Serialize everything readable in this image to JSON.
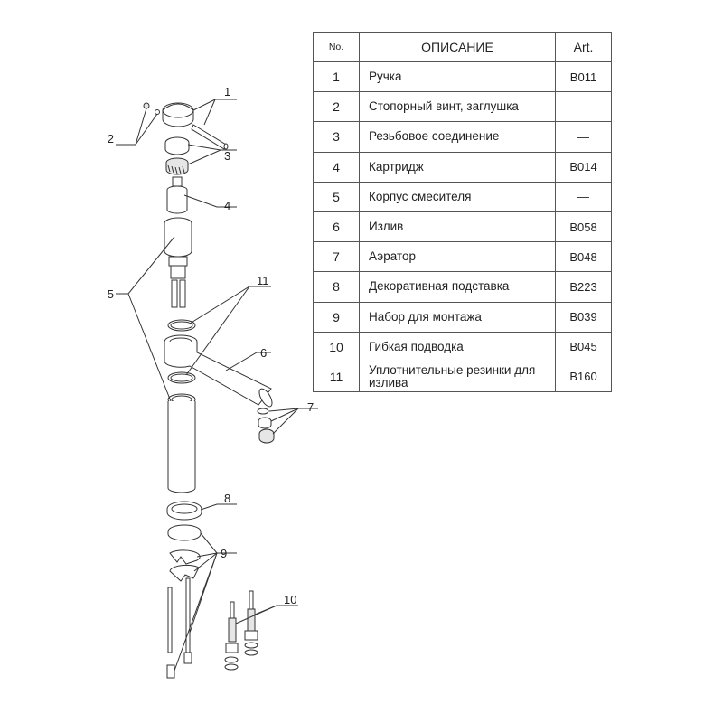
{
  "table": {
    "headers": {
      "no": "No.",
      "description": "ОПИСАНИЕ",
      "art": "Art."
    },
    "rows": [
      {
        "no": "1",
        "description": "Ручка",
        "art": "B011"
      },
      {
        "no": "2",
        "description": "Стопорный винт, заглушка",
        "art": "—"
      },
      {
        "no": "3",
        "description": "Резьбовое соединение",
        "art": "—"
      },
      {
        "no": "4",
        "description": "Картридж",
        "art": "B014"
      },
      {
        "no": "5",
        "description": "Корпус смесителя",
        "art": "—"
      },
      {
        "no": "6",
        "description": "Излив",
        "art": "B058"
      },
      {
        "no": "7",
        "description": "Аэратор",
        "art": "B048"
      },
      {
        "no": "8",
        "description": "Декоративная подставка",
        "art": "B223"
      },
      {
        "no": "9",
        "description": "Набор для монтажа",
        "art": "B039"
      },
      {
        "no": "10",
        "description": "Гибкая подводка",
        "art": "B045"
      },
      {
        "no": "11",
        "description": "Уплотнительные резинки для излива",
        "art": "B160"
      }
    ]
  },
  "callouts": [
    "1",
    "2",
    "3",
    "4",
    "5",
    "6",
    "7",
    "8",
    "9",
    "10",
    "11"
  ]
}
